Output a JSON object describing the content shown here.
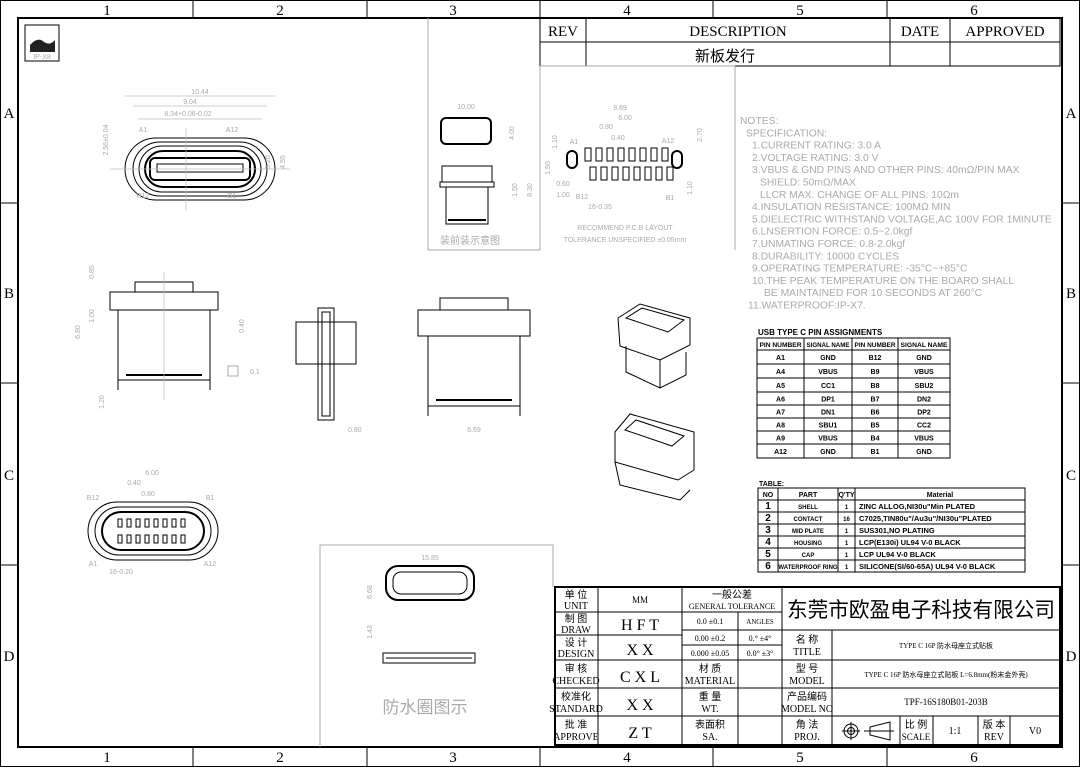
{
  "grid": {
    "columns": [
      "1",
      "2",
      "3",
      "4",
      "5",
      "6"
    ],
    "rows": [
      "A",
      "B",
      "C",
      "D"
    ]
  },
  "logo": {
    "label": "IP-X8"
  },
  "revision": {
    "headers": [
      "REV",
      "DESCRIPTION",
      "DATE",
      "APPROVED"
    ],
    "row": {
      "rev": "",
      "description": "新板发行",
      "date": "",
      "approved": ""
    }
  },
  "notes": {
    "lines": [
      "NOTES:",
      "SPECIFICATION:",
      "1.CURRENT RATING: 3.0 A",
      "2.VOLTAGE RATING: 3.0 V",
      "3.VBUS & GND PINS AND OTHER PINS: 40mΩ/PIN MAX",
      "SHIELD: 50mΩ/MAX",
      "LLCR MAX. CHANGE OF ALL PINS: 10Ωm",
      "4.INSULATION RESISTANCE:  100MΩ MIN",
      "5.DIELECTRIC WITHSTAND VOLTAGE,AC 100V FOR 1MINUTE",
      "6.LNSERTION FORCE: 0.5~2.0kgf",
      "7.UNMATING FORCE: 0.8-2.0kgf",
      "8.DURABILITY: 10000 CYCLES",
      "9.OPERATING TEMPERATURE: -35°C~+85°C",
      "10.THE PEAK TEMPERATURE ON THE BOARO SHALL",
      "BE MAINTAINED FOR 10 SECONDS AT 260°C",
      "11.WATERPROOF:IP-X7."
    ]
  },
  "pin_table": {
    "title": "USB TYPE C PIN ASSIGNMENTS",
    "headers": [
      "PIN NUMBER",
      "SIGNAL NAME",
      "PIN NUMBER",
      "SIGNAL NAME"
    ],
    "rows": [
      [
        "A1",
        "GND",
        "B12",
        "GND"
      ],
      [
        "A4",
        "VBUS",
        "B9",
        "VBUS"
      ],
      [
        "A5",
        "CC1",
        "B8",
        "SBU2"
      ],
      [
        "A6",
        "DP1",
        "B7",
        "DN2"
      ],
      [
        "A7",
        "DN1",
        "B6",
        "DP2"
      ],
      [
        "A8",
        "SBU1",
        "B5",
        "CC2"
      ],
      [
        "A9",
        "VBUS",
        "B4",
        "VBUS"
      ],
      [
        "A12",
        "GND",
        "B1",
        "GND"
      ]
    ]
  },
  "material_table": {
    "title": "TABLE:",
    "headers": [
      "NO",
      "PART",
      "Q'TY",
      "Material"
    ],
    "rows": [
      [
        "1",
        "SHELL",
        "1",
        "ZINC ALLOG,NI30u\"Min PLATED"
      ],
      [
        "2",
        "CONTACT",
        "16",
        "C7025,TIN80u\"/Au3u\"/NI30u\"PLATED"
      ],
      [
        "3",
        "MID PLATE",
        "1",
        "SUS301,NO PLATING"
      ],
      [
        "4",
        "HOUSING",
        "1",
        "LCP(E130i) UL94 V-0 BLACK"
      ],
      [
        "5",
        "CAP",
        "1",
        "LCP UL94 V-0 BLACK"
      ],
      [
        "6",
        "WATERPROOF RING",
        "1",
        "SILICONE(SI/60-65A) UL94 V-0 BLACK"
      ]
    ]
  },
  "drawing": {
    "front_dims": [
      "10.44",
      "9.04",
      "8.34+0.06-0.02",
      "2.56±0.04",
      "3.26",
      "4.55",
      "A1",
      "A12",
      "B12",
      "B1"
    ],
    "assembly_caption": "装前装示意图",
    "assembly_dims": [
      "10.00",
      "4.00",
      "1.50",
      "8.30"
    ],
    "pcb_dims": [
      "8.69",
      "6.00",
      "0.80",
      "0.40",
      "1.10",
      "1.50",
      "0.60",
      "1.00",
      "16-0.35",
      "2.70",
      "1.10",
      "A1",
      "A12",
      "B12",
      "B1"
    ],
    "pcb_caption_1": "RECOMMEND  P.C.B  LAYOUT",
    "pcb_caption_2": "TOLERANCE  UNSPECIFIED  ±0.05mm",
    "side_dims": [
      "0.85",
      "1.00",
      "6.80",
      "0.40",
      "1.20"
    ],
    "flatness": "0.1",
    "mid_dims": [
      "0.80"
    ],
    "right_dims": [
      "6.69"
    ],
    "bottom_dims": [
      "6.00",
      "0.40",
      "0.80",
      "16-0.20",
      "B12",
      "B1",
      "A1",
      "A12"
    ],
    "ring_dims": [
      "15.85",
      "6.68",
      "1.43"
    ],
    "ring_caption": "防水圈图示"
  },
  "title_block": {
    "company": "东莞市欧盈电子科技有限公司",
    "unit_label": "单 位",
    "unit_label_en": "UNIT",
    "unit": "MM",
    "draw_label": "制 图",
    "draw_label_en": "DRAW",
    "draw": "H F T",
    "design_label": "设 计",
    "design_label_en": "DESIGN",
    "design": "X X",
    "checked_label": "审 核",
    "checked_label_en": "CHECKED",
    "checked": "C X L",
    "standard_label": "校准化",
    "standard_label_en": "STANDARD",
    "standard": "X X",
    "approve_label": "批 准",
    "approve_label_en": "APPROVE",
    "approve": "Z T",
    "tolerance_label": "一般公差",
    "tolerance_label_en": "GENERAL TOLERANCE",
    "tol": [
      [
        "0.0  ±0.1",
        "ANGLES"
      ],
      [
        "0.00 ±0.2",
        "0.°  ±4°"
      ],
      [
        "0.000 ±0.05",
        "0.0° ±3°"
      ]
    ],
    "material_label": "材 质",
    "material_label_en": "MATERIAL",
    "weight_label": "重 量",
    "weight_label_en": "WT.",
    "sa_label": "表面积",
    "sa_label_en": "SA.",
    "title_label": "名 称",
    "title_label_en": "TITLE",
    "title": "TYPE C 16P 防水母座立式贴板",
    "model_label": "型 号",
    "model_label_en": "MODEL",
    "model": "TYPE C 16P 防水母座立式贴板 L=6.8mm(粉末金外壳)",
    "model_no_label": "产品编码",
    "model_no_label_en": "MODEL NO",
    "model_no": "TPF-16S180B01-203B",
    "proj_label": "角 法",
    "proj_label_en": "PROJ.",
    "scale_label": "比 例",
    "scale_label_en": "SCALE",
    "scale": "1:1",
    "rev_label": "版 本",
    "rev_label_en": "REV",
    "rev": "V0"
  }
}
